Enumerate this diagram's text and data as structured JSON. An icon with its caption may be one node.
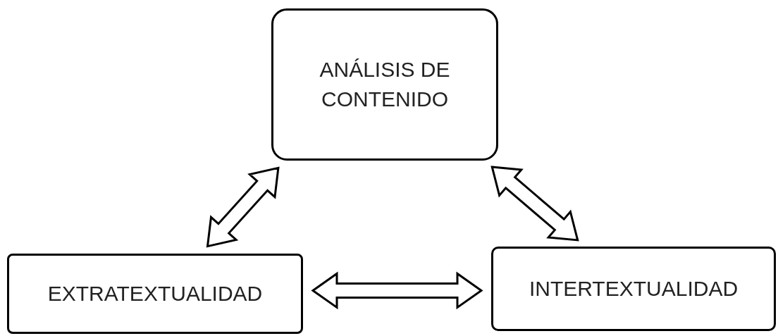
{
  "diagram": {
    "nodes": [
      {
        "text": [
          "ANÁLISIS DE CONTENIDO"
        ]
      },
      {
        "text": [
          "EXTRATEXTUALIDAD"
        ]
      },
      {
        "text": [
          "INTERTEXTUALIDAD"
        ]
      }
    ],
    "edges": [
      {
        "from": 0,
        "to": 1,
        "arrow": "both"
      },
      {
        "from": 0,
        "to": 2,
        "arrow": "both"
      },
      {
        "from": 1,
        "to": 2,
        "arrow": "both"
      }
    ]
  }
}
